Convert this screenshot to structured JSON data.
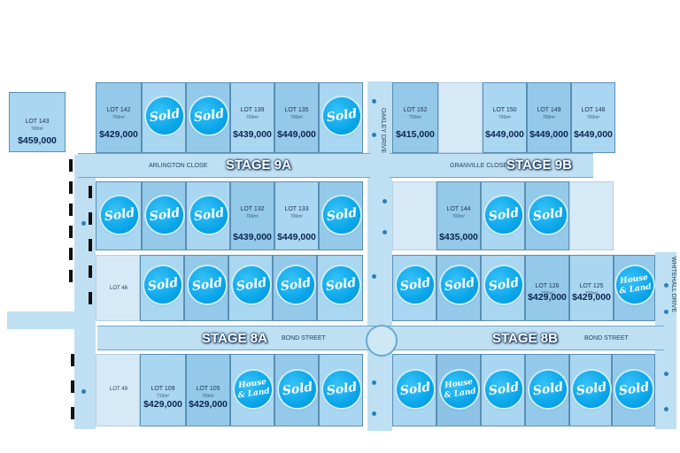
{
  "stages": {
    "s9a": "STAGE 9A",
    "s9b": "STAGE 9B",
    "s8a": "STAGE 8A",
    "s8b": "STAGE 8B"
  },
  "streets": {
    "arlington": "ARLINGTON CLOSE",
    "granville": "GRANVILLE CLOSE",
    "bond_a": "BOND STREET",
    "bond_b": "BOND STREET",
    "oakley": "OAKLEY DRIVE",
    "whitehall": "WHITEHALL DRIVE"
  },
  "side_labels": {
    "lot46": "LOT 46",
    "lot49": "LOT 49"
  },
  "badge_text": {
    "sold": "Sold",
    "house_land": "House & Land"
  },
  "lots": [
    {
      "id": "lot143",
      "label": "LOT 143",
      "area": "700m²",
      "price": "$459,000"
    },
    {
      "id": "lot142",
      "label": "LOT 142",
      "area": "700m²",
      "price": "$429,000"
    },
    {
      "id": "lot139",
      "label": "LOT 139",
      "area": "700m²",
      "price": "$439,000"
    },
    {
      "id": "lot135",
      "label": "LOT 135",
      "area": "700m²",
      "price": "$449,000"
    },
    {
      "id": "lot152",
      "label": "LOT 152",
      "area": "700m²",
      "price": "$415,000"
    },
    {
      "id": "lot150",
      "label": "LOT 150",
      "area": "700m²",
      "price": "$449,000"
    },
    {
      "id": "lot149",
      "label": "LOT 149",
      "area": "700m²",
      "price": "$449,000"
    },
    {
      "id": "lot148",
      "label": "LOT 148",
      "area": "700m²",
      "price": "$449,000"
    },
    {
      "id": "lot132",
      "label": "LOT 132",
      "area": "700m²",
      "price": "$439,000"
    },
    {
      "id": "lot133",
      "label": "LOT 133",
      "area": "700m²",
      "price": "$449,000"
    },
    {
      "id": "lot144",
      "label": "LOT 144",
      "area": "700m²",
      "price": "$435,000"
    },
    {
      "id": "lot126",
      "label": "LOT 126",
      "area": "700m²",
      "price": "$429,000"
    },
    {
      "id": "lot125",
      "label": "LOT 125",
      "area": "700m²",
      "price": "$429,000"
    },
    {
      "id": "lot109",
      "label": "LOT 109",
      "area": "710m²",
      "price": "$429,000"
    },
    {
      "id": "lot105",
      "label": "LOT 105",
      "area": "700m²",
      "price": "$429,000"
    }
  ]
}
